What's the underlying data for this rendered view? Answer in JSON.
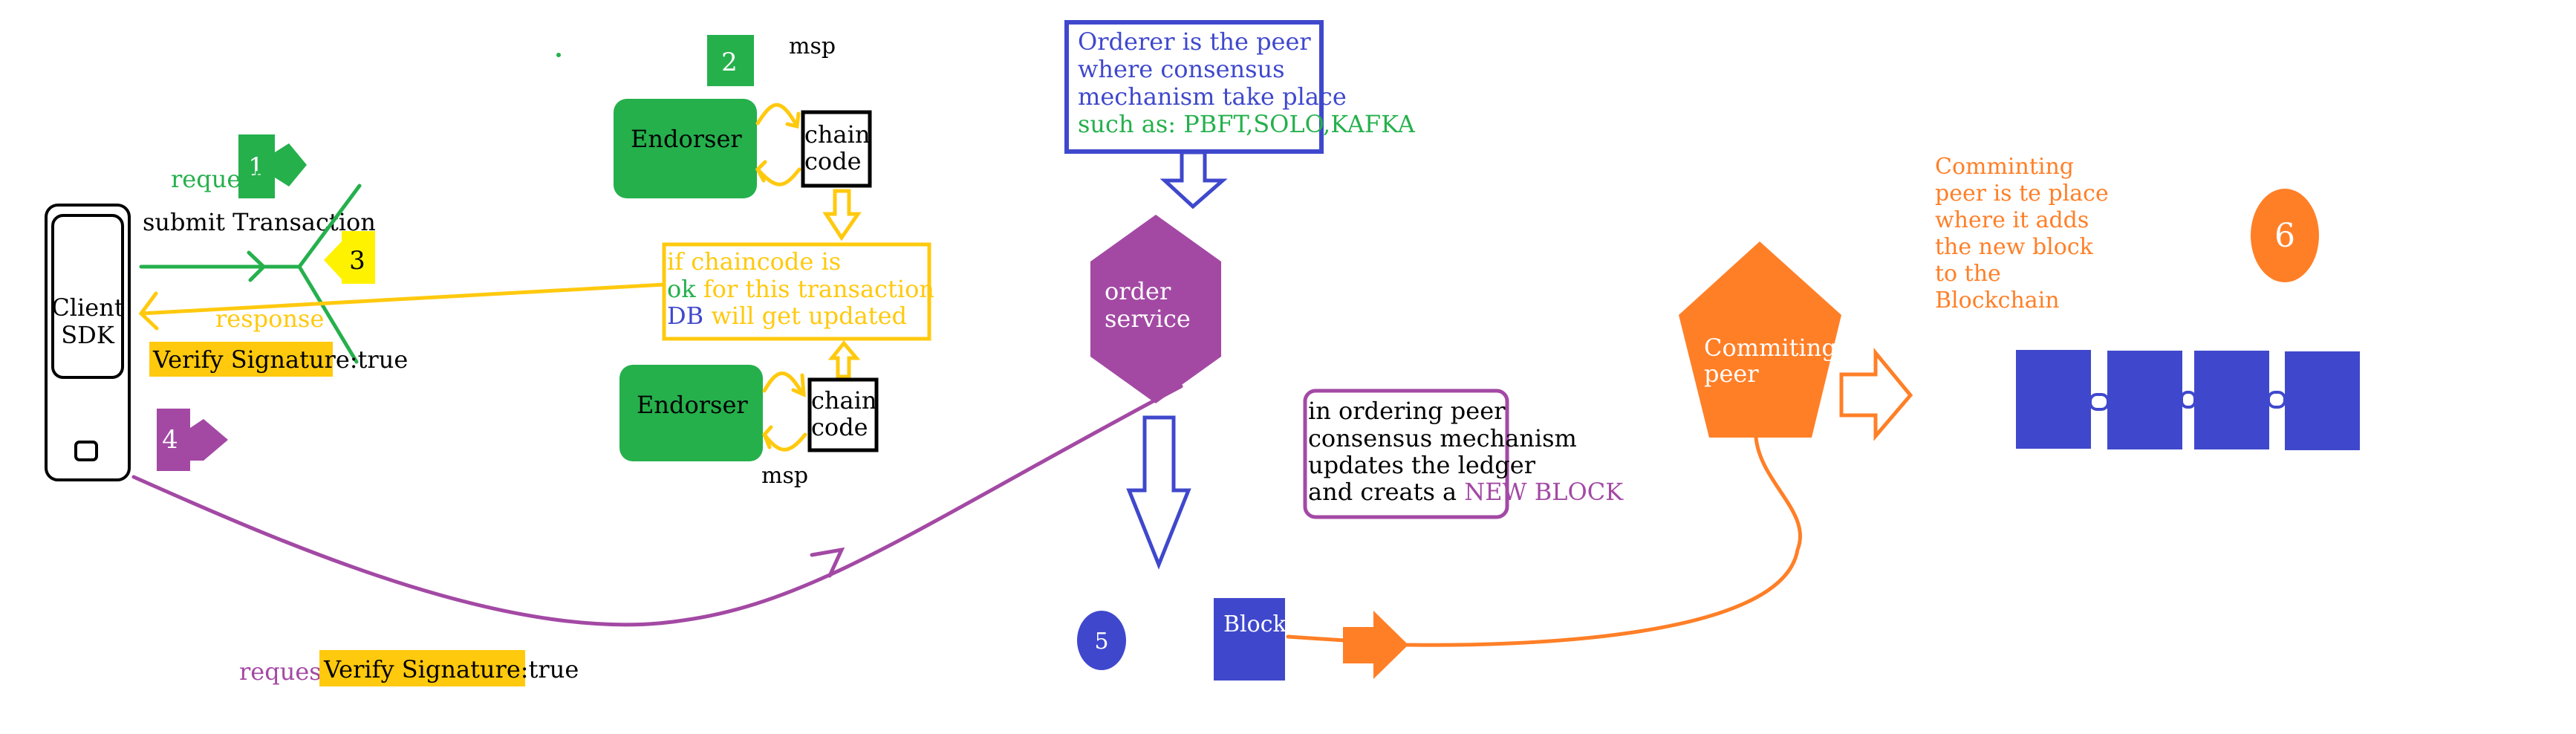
{
  "colors": {
    "green": "#25b04c",
    "yellow": "#ffc90e",
    "bright_yellow": "#fff200",
    "purple": "#a349a4",
    "blue": "#3f48cc",
    "orange": "#ff7f27",
    "black": "#000000",
    "white": "#ffffff"
  },
  "client": {
    "line1": "Client",
    "line2": "SDK"
  },
  "steps": {
    "s1": "1",
    "s2": "2",
    "s3": "3",
    "s4": "4",
    "s5": "5",
    "s6": "6"
  },
  "labels": {
    "request": "request",
    "submit_transaction": "submit Transaction",
    "response": "response",
    "verify_signature_1": "Verify Signature:true",
    "request_colon": "request:",
    "verify_signature_2": "Verify Signature:true",
    "msp_top": "msp",
    "msp_bottom": "msp"
  },
  "endorsers": [
    {
      "label": "Endorser",
      "chaincode_line1": "chain",
      "chaincode_line2": "code"
    },
    {
      "label": "Endorser",
      "chaincode_line1": "chain",
      "chaincode_line2": "code"
    }
  ],
  "chaincode_note": {
    "line1": "if chaincode is",
    "line2_ok": "ok",
    "line2_rest": " for this transaction",
    "line3_db": "DB",
    "line3_rest": " will get updated"
  },
  "orderer_note": {
    "line1": "Orderer is the peer",
    "line2": "where consensus",
    "line3": "mechanism take place",
    "line4": "such as: PBFT,SOLO,KAFKA"
  },
  "order_service": {
    "line1": "order",
    "line2": "service"
  },
  "ordering_note": {
    "line1": "in ordering peer",
    "line2": "consensus mechanism",
    "line3": "updates the ledger",
    "line4_prefix": "and creats a ",
    "line4_highlight": "NEW BLOCK"
  },
  "block": {
    "label": "Block"
  },
  "committing_peer": {
    "line1": "Commiting",
    "line2": "peer"
  },
  "committing_note": {
    "lines": [
      "Comminting",
      "peer is te place",
      "where it adds",
      "the new block",
      "to the",
      "Blockchain"
    ]
  },
  "blockchain": {
    "block_count": 4
  }
}
